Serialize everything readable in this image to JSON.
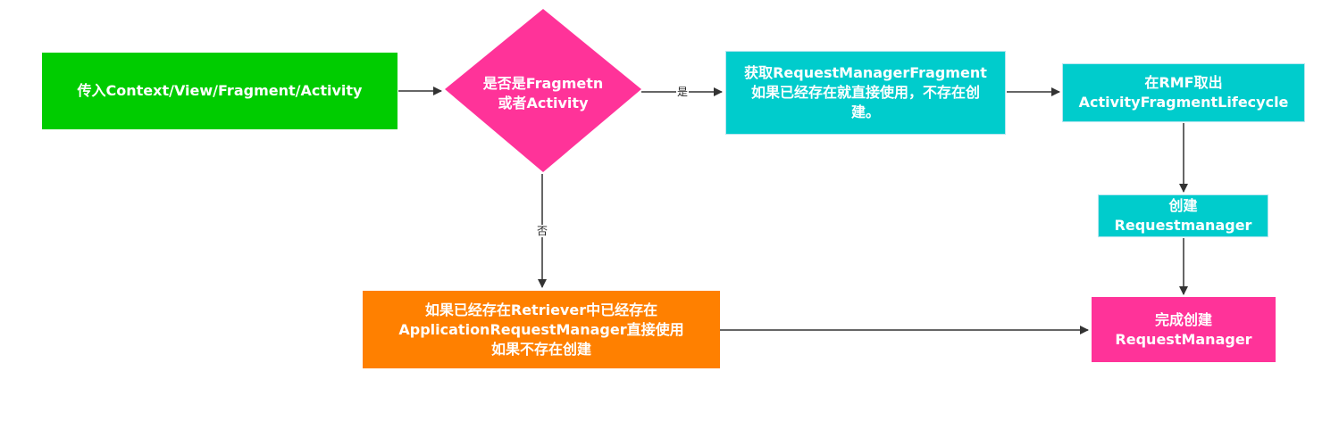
{
  "nodes": {
    "input": "传入Context/View/Fragment/Activity",
    "decision": "是否是Fragmetn\n或者Activity",
    "get_rmf": "获取RequestManagerFragment\n如果已经存在就直接使用，不存在创\n建。",
    "take_lifecycle": "在RMF取出\nActivityFragmentLifecycle",
    "create_rm": "创建\nRequestmanager",
    "retriever": "如果已经存在Retriever中已经存在\nApplicationRequestManager直接使用\n如果不存在创建",
    "done": "完成创建\nRequestManager"
  },
  "edge_labels": {
    "yes": "是",
    "no": "否"
  },
  "colors": {
    "input": "#00cc00",
    "decision": "#ff3399",
    "cyan": "#00cccc",
    "orange": "#ff8000",
    "done": "#ff3399",
    "arrow": "#333333"
  }
}
